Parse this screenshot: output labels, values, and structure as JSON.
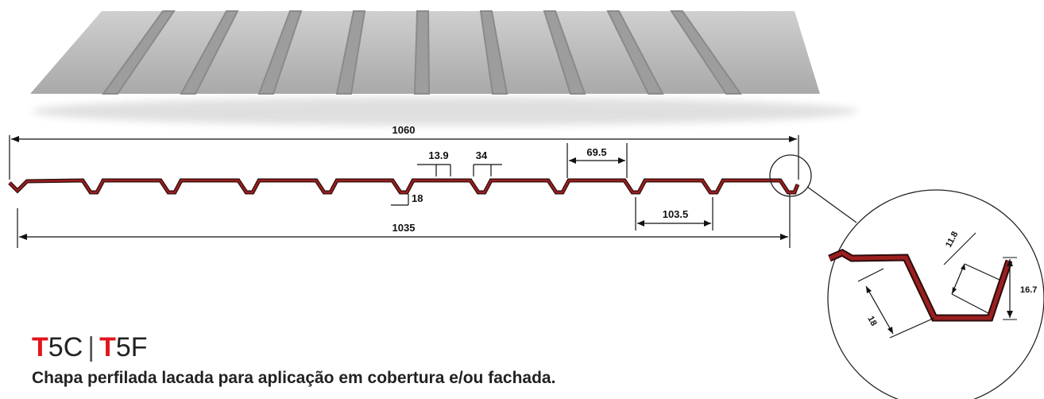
{
  "title": {
    "part1_prefix": "T",
    "part1_rest": "5C",
    "separator": "|",
    "part2_prefix": "T",
    "part2_rest": "5F"
  },
  "subtitle": "Chapa perfilada lacada para aplicação em cobertura e/ou fachada.",
  "dimensions": {
    "total_width": "1060",
    "useful_width": "1035",
    "rib_top": "13.9",
    "rib_spacing_small": "34",
    "rib_pitch": "69.5",
    "rib_pitch_large": "103.5",
    "rib_depth": "18"
  },
  "detail": {
    "slant_length": "18",
    "edge_width": "11.8",
    "height": "16.7"
  },
  "colors": {
    "brand_red": "#e3141b",
    "profile_fill": "#8b1a1a",
    "sheet_gray": "#b9b9b9"
  }
}
